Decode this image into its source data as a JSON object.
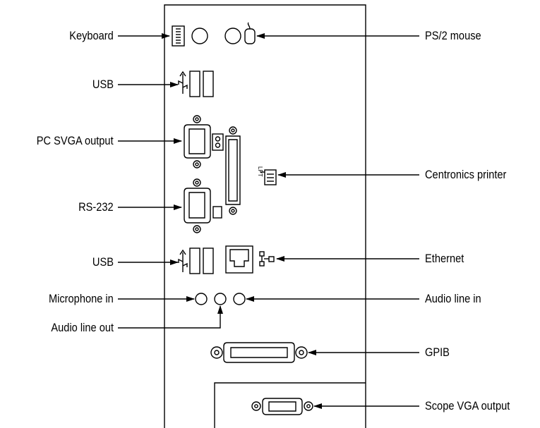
{
  "labels": {
    "keyboard": "Keyboard",
    "usb_top": "USB",
    "pc_svga_output": "PC SVGA output",
    "rs232": "RS-232",
    "usb_bottom": "USB",
    "microphone_in": "Microphone in",
    "audio_line_out": "Audio line out",
    "ps2_mouse": "PS/2 mouse",
    "centronics_printer": "Centronics printer",
    "ethernet": "Ethernet",
    "audio_line_in": "Audio line in",
    "gpib": "GPIB",
    "scope_vga_output": "Scope VGA output"
  },
  "panel_markings": {
    "lpt": "LPT"
  }
}
